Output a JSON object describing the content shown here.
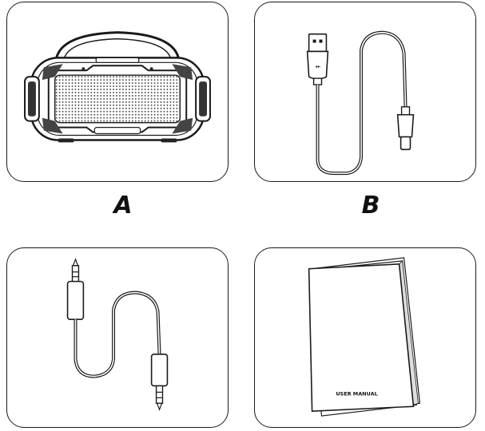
{
  "labels": {
    "a": "A",
    "b": "B"
  },
  "panels": [
    {
      "id": "a",
      "content_icon": "speaker-icon"
    },
    {
      "id": "b",
      "content_icon": "usb-cable-icon"
    },
    {
      "id": "c",
      "content_icon": "aux-cable-icon"
    },
    {
      "id": "d",
      "content_icon": "user-manual-icon"
    }
  ],
  "manual": {
    "title": "USER MANUAL"
  },
  "colors": {
    "stroke": "#1a1a1a",
    "background": "#ffffff"
  }
}
